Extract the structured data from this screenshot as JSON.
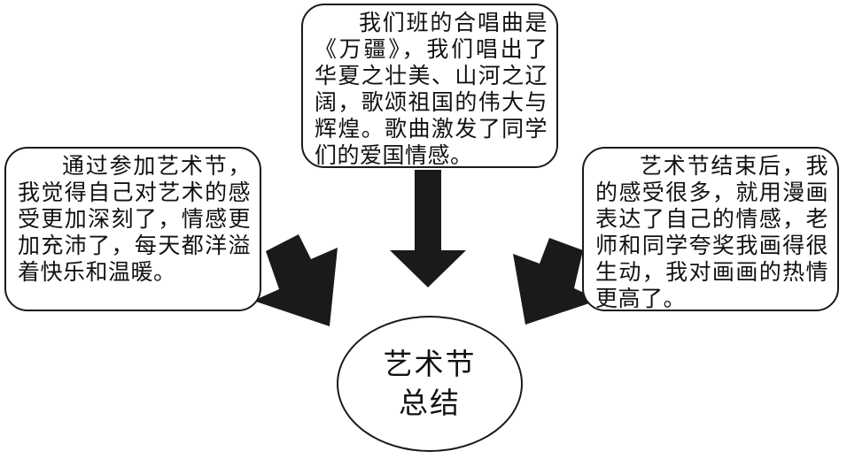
{
  "boxes": {
    "top": "我们班的合唱曲是《万疆》，我们唱出了华夏之壮美、山河之辽阔，歌颂祖国的伟大与辉煌。歌曲激发了同学们的爱国情感。",
    "left": "通过参加艺术节，我觉得自己对艺术的感受更加深刻了，情感更加充沛了，每天都洋溢着快乐和温暖。",
    "right": "艺术节结束后，我的感受很多，就用漫画表达了自己的情感，老师和同学夸奖我画得很生动，我对画画的热情更高了。"
  },
  "center": {
    "line1": "艺术节",
    "line2": "总结"
  }
}
